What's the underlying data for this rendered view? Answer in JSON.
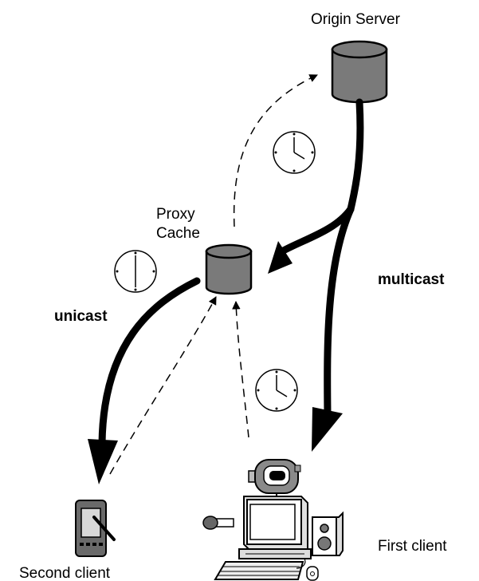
{
  "nodes": {
    "origin_server": "Origin Server",
    "proxy_line1": "Proxy",
    "proxy_line2": "Cache",
    "second_client": "Second client",
    "first_client": "First client"
  },
  "edges": {
    "multicast": "multicast",
    "unicast": "unicast"
  },
  "colors": {
    "cylinder": "#7a7a7a",
    "line": "#000000"
  }
}
